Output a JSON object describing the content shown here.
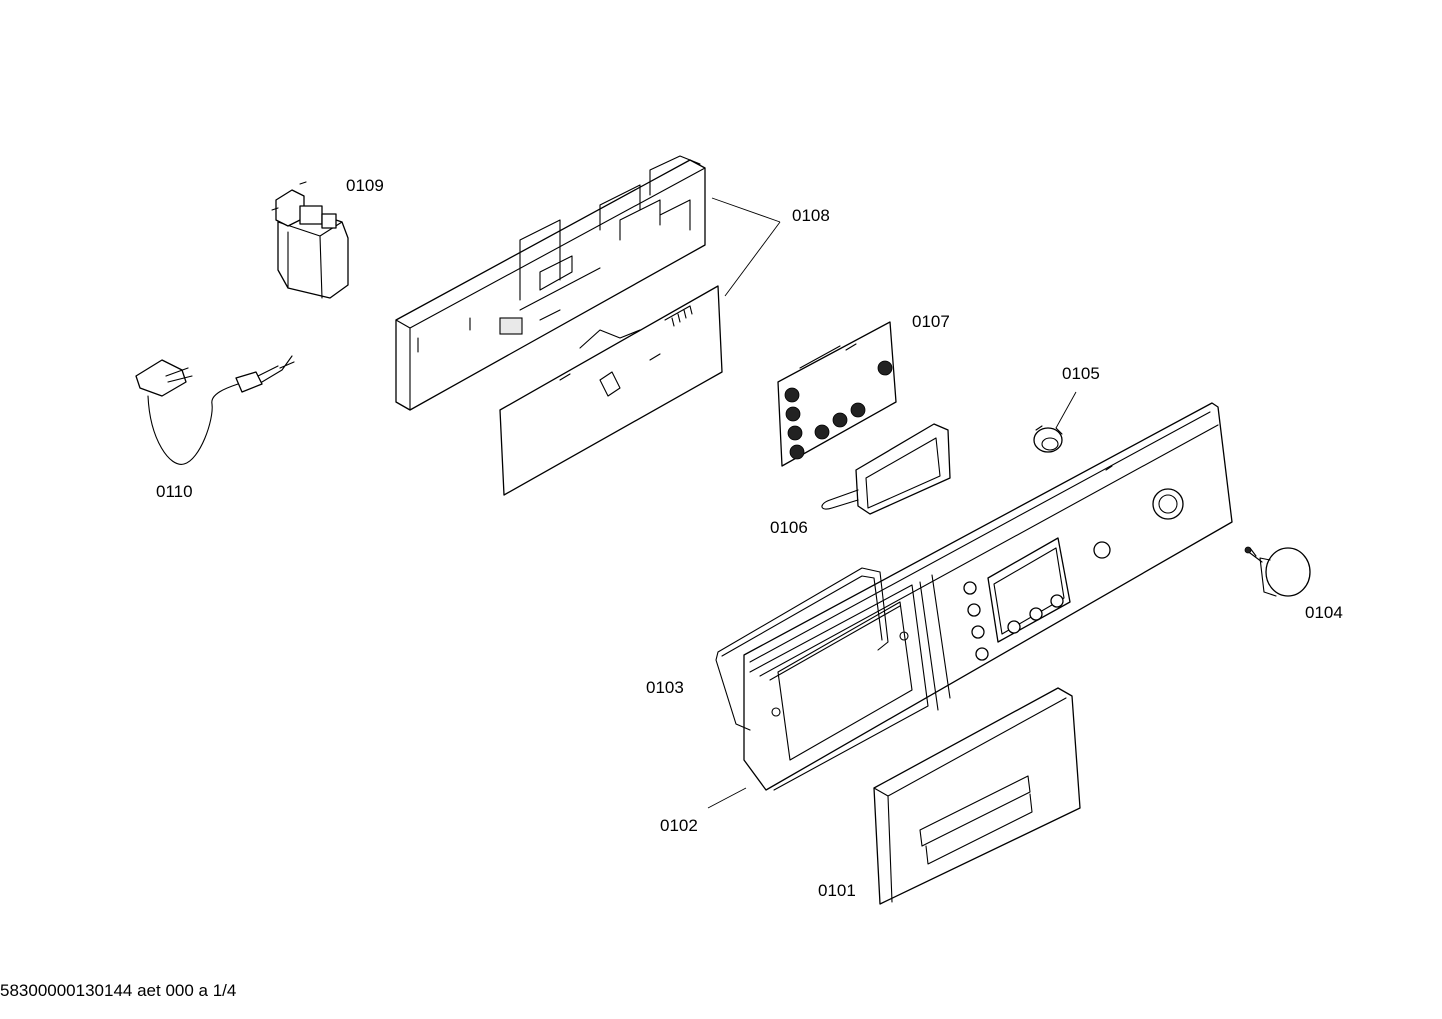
{
  "diagram": {
    "parts": [
      {
        "id": "p0101",
        "label": "0101"
      },
      {
        "id": "p0102",
        "label": "0102"
      },
      {
        "id": "p0103",
        "label": "0103"
      },
      {
        "id": "p0104",
        "label": "0104"
      },
      {
        "id": "p0105",
        "label": "0105"
      },
      {
        "id": "p0106",
        "label": "0106"
      },
      {
        "id": "p0107",
        "label": "0107"
      },
      {
        "id": "p0108",
        "label": "0108"
      },
      {
        "id": "p0109",
        "label": "0109"
      },
      {
        "id": "p0110",
        "label": "0110"
      }
    ],
    "footer": "58300000130144 aet 000 a 1/4"
  }
}
